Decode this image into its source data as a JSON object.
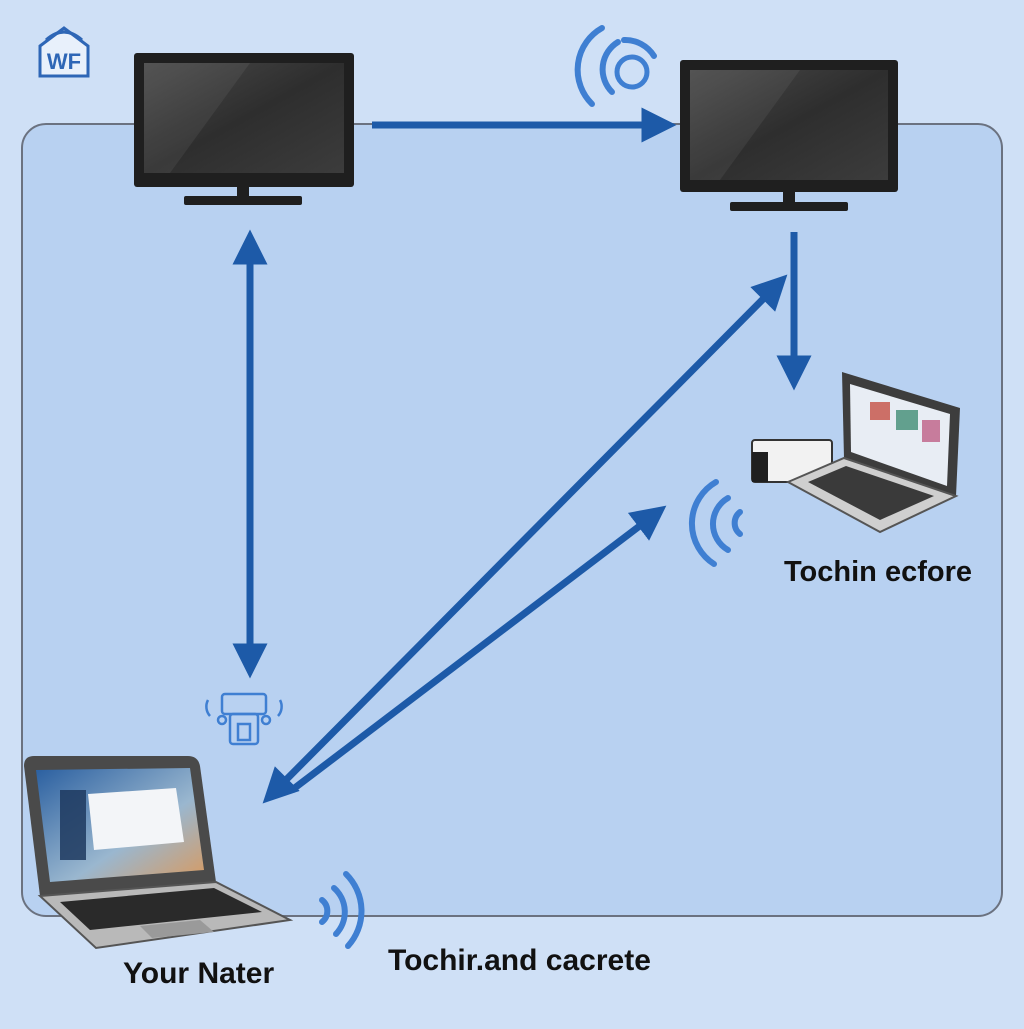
{
  "diagram": {
    "labels": {
      "right_device": "Tochin ecfore",
      "bottom_left_device": "Your Nater",
      "bottom_center": "Tochir.and cacrete"
    },
    "logo_text": "WF",
    "colors": {
      "background": "#cfe0f6",
      "panel": "#b8d1f1",
      "panel_border": "#6b7280",
      "arrow": "#1d5aa8",
      "wifi": "#3f7fd2",
      "monitor": "#1f1f1f",
      "screen": "#3a3a3a"
    },
    "icons": [
      "wifi-house-icon",
      "wifi-signal-icon",
      "router-icon",
      "monitor-icon",
      "laptop-icon"
    ]
  }
}
